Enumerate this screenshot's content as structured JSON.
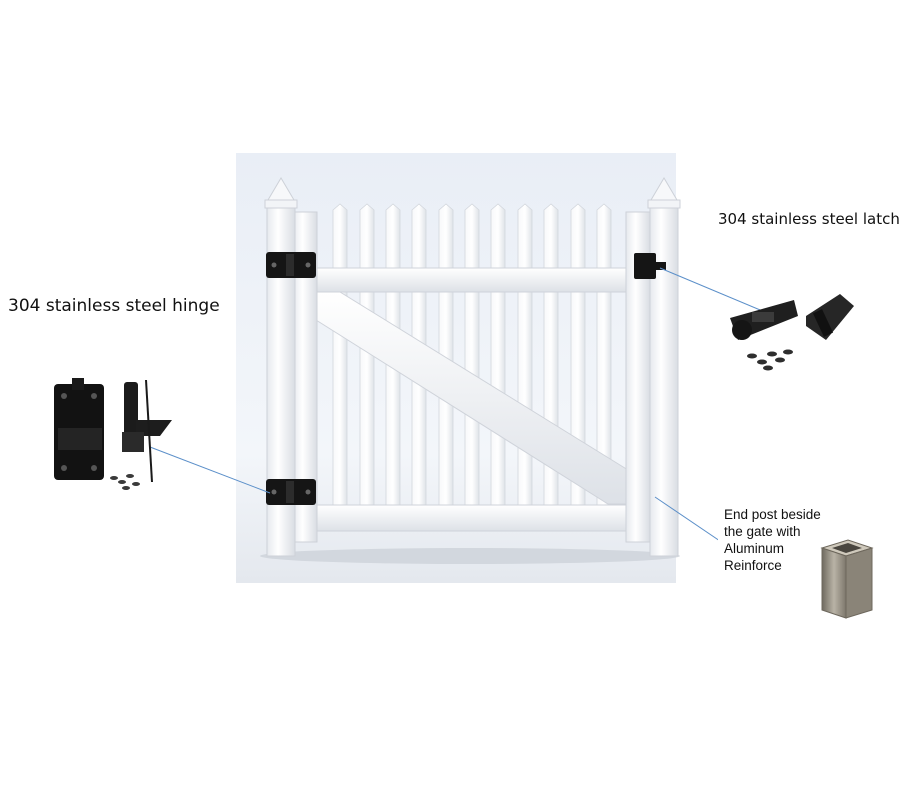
{
  "labels": {
    "hinge": "304 stainless steel hinge",
    "latch": "304 stainless steel latch",
    "end_post": [
      "End post beside",
      "the gate with",
      "Aluminum",
      "Reinforce"
    ]
  },
  "colors": {
    "vinyl": "#ffffff",
    "hardware": "#151515",
    "callout_line": "#5b8fc9"
  }
}
